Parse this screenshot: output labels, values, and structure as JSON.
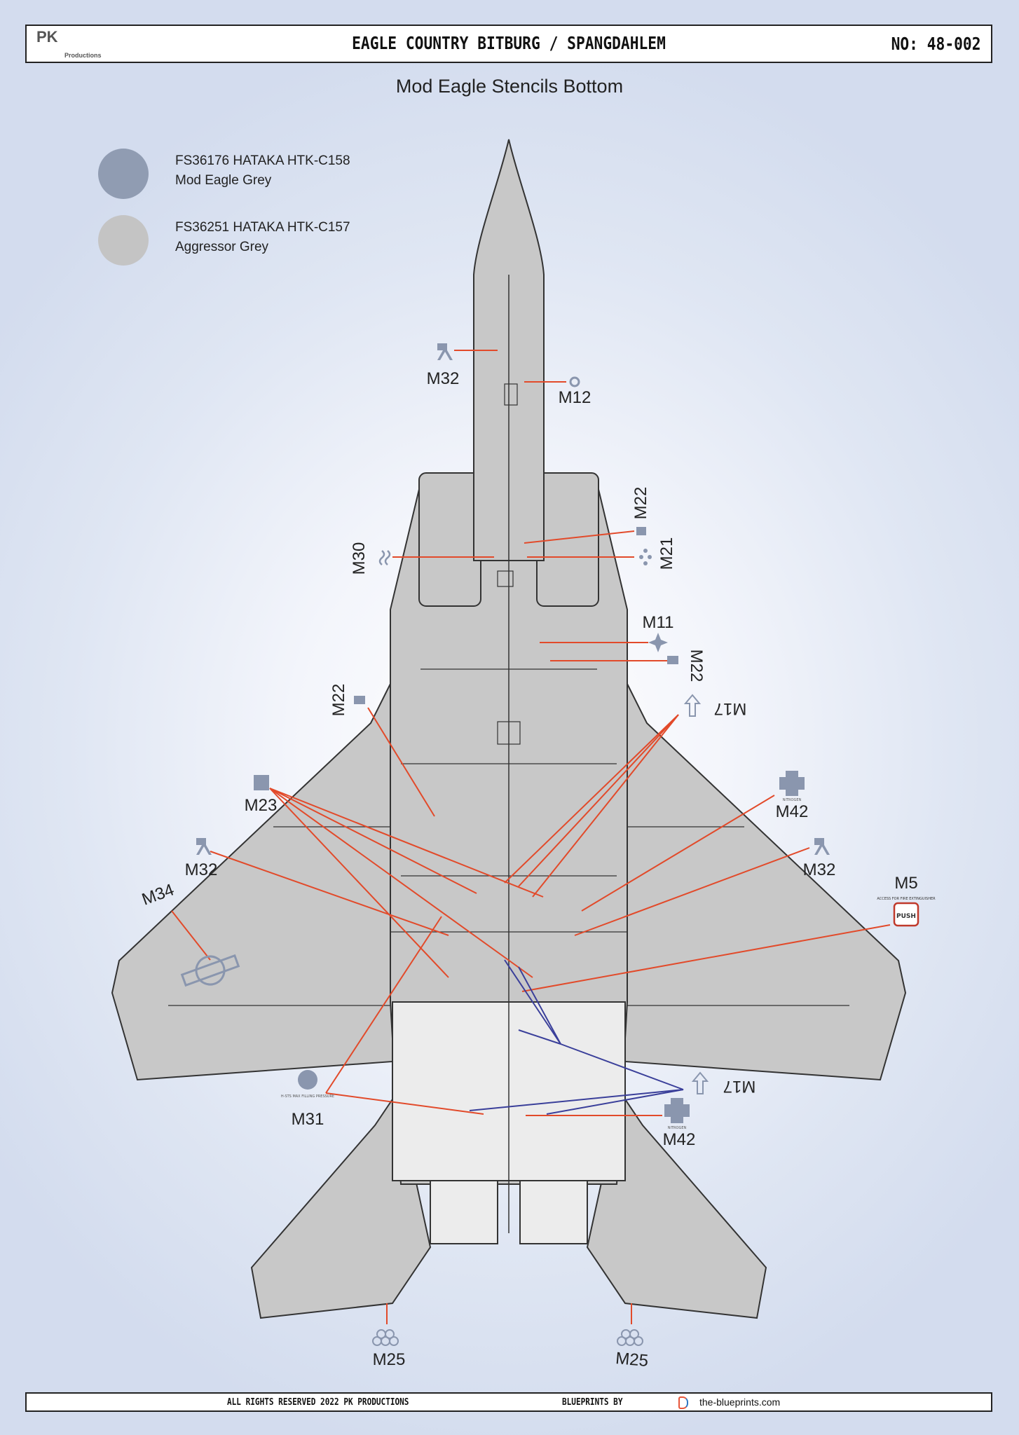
{
  "header": {
    "logo_text": "PK",
    "logo_sub": "Productions",
    "title": "EAGLE COUNTRY BITBURG / SPANGDAHLEM",
    "number": "NO: 48-002"
  },
  "title": "Mod Eagle Stencils Bottom",
  "legend": [
    {
      "code": "FS36176 HATAKA HTK-C158",
      "name": "Mod Eagle Grey",
      "color": "#909cb2"
    },
    {
      "code": "FS36251 HATAKA HTK-C157",
      "name": "Aggressor Grey",
      "color": "#c4c4c4"
    }
  ],
  "colors": {
    "airframe": "#c8c8c8",
    "bay": "#eeeeee",
    "arrow_red": "#e24a2a",
    "arrow_blue": "#3a3f9a",
    "stencil": "#8a96ae"
  },
  "callouts": {
    "m32_nose": "M32",
    "m12": "M12",
    "m22_top": "M22",
    "m21": "M21",
    "m30": "M30",
    "m11": "M11",
    "m22_right": "M22",
    "m17_upper": "M17",
    "m22_left": "M22",
    "m23": "M23",
    "m42_right": "M42",
    "m32_left": "M32",
    "m32_right": "M32",
    "m34": "M34",
    "m5": "M5",
    "m17_lower": "M17",
    "m31": "M31",
    "m42_lower": "M42",
    "m25_left": "M25",
    "m25_right": "M25"
  },
  "stencil_text": {
    "m5_caption": "ACCESS FOR FIRE EXTINGUISHER",
    "m5_button": "PUSH",
    "m42_caption": "NITROGEN",
    "m31_caption": "H-STS MAX FILLING PRESSURE"
  },
  "footer": {
    "rights": "ALL RIGHTS RESERVED 2022 PK PRODUCTIONS",
    "blueprints_by": "BLUEPRINTS BY",
    "url": "the-blueprints.com"
  }
}
